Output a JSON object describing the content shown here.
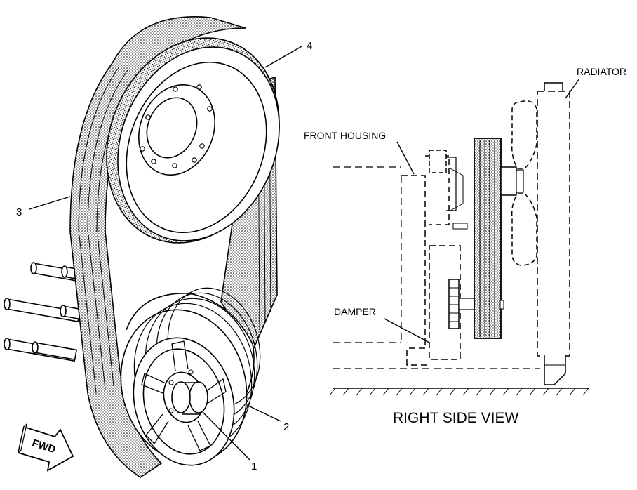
{
  "callouts": {
    "c1": "1",
    "c2": "2",
    "c3": "3",
    "c4": "4"
  },
  "side_view": {
    "radiator": "RADIATOR",
    "front_housing": "FRONT HOUSING",
    "damper": "DAMPER",
    "title": "RIGHT SIDE VIEW"
  },
  "direction_arrow": "FWD",
  "colors": {
    "line": "#000000",
    "background": "#ffffff"
  }
}
